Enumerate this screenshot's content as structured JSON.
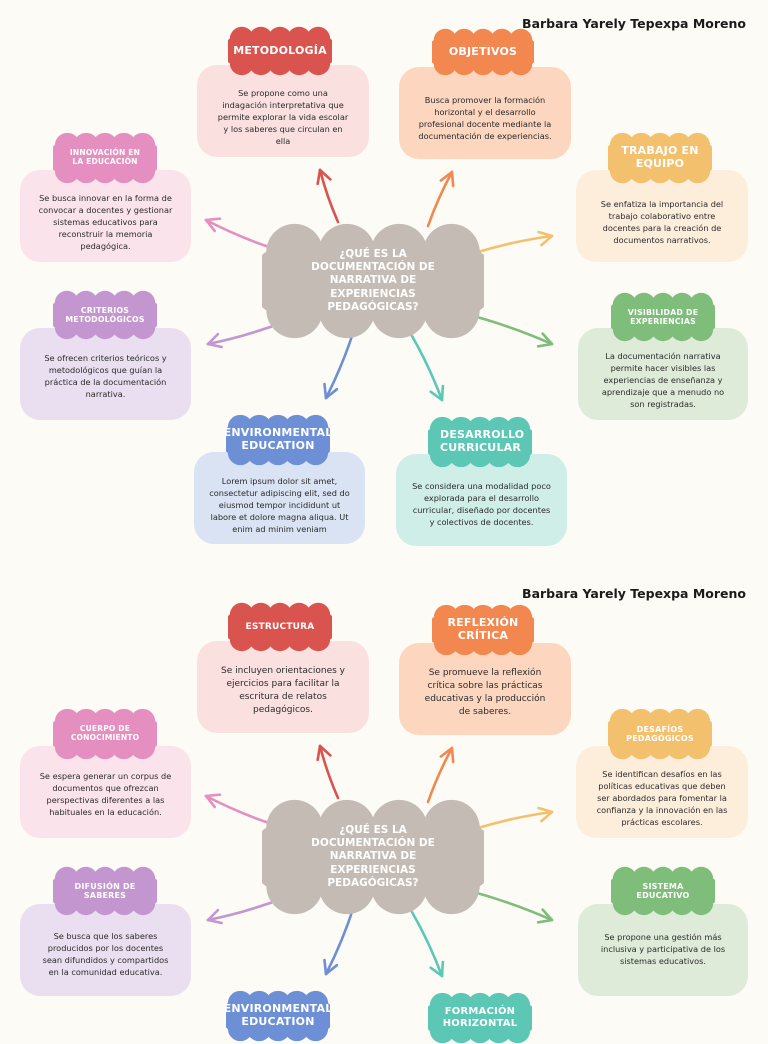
{
  "colors": {
    "red_bg": "#d9534f",
    "red_box": "#fbe0e0",
    "orange_bg": "#f2884f",
    "orange_box": "#fdd6bf",
    "yellow_bg": "#f3c06d",
    "yellow_box": "#fdeedb",
    "pink_bg": "#e58fc0",
    "pink_box": "#fbe3ec",
    "purple_bg": "#c396cf",
    "purple_box": "#eadff0",
    "green_bg": "#7fbd7a",
    "green_box": "#dfebd9",
    "blue_bg": "#6c8fd6",
    "blue_box": "#d9e3f3",
    "teal_bg": "#5cc7b4",
    "teal_box": "#cfeee7",
    "center_bg": "#c3bbb4"
  },
  "map1": {
    "author": "Barbara Yarely Tepexpa Moreno",
    "center": "¿QUÉ ES LA DOCUMENTACIÓN DE NARRATIVA DE EXPERIENCIAS PEDAGÓGICAS?",
    "metodologia": {
      "title": "METODOLOGÍA",
      "text": "Se propone como una indagación interpretativa que permite explorar la vida escolar y los saberes que circulan en ella"
    },
    "objetivos": {
      "title": "OBJETIVOS",
      "text": "Busca promover la formación horizontal y el desarrollo profesional docente mediante la documentación de experiencias."
    },
    "innovacion": {
      "title": "INNOVACIÓN EN LA EDUCACIÓN",
      "text": "Se busca innovar en la forma de convocar a docentes y gestionar sistemas educativos para reconstruir la memoria pedagógica."
    },
    "trabajo": {
      "title": "TRABAJO EN EQUIPO",
      "text": "Se enfatiza la importancia del trabajo colaborativo entre docentes para la creación de documentos narrativos."
    },
    "criterios": {
      "title": "CRITERIOS METODOLÓGICOS",
      "text": "Se ofrecen criterios teóricos y metodológicos que guían la práctica de la documentación narrativa."
    },
    "visibilidad": {
      "title": "VISIBILIDAD DE EXPERIENCIAS",
      "text": "La documentación narrativa permite hacer visibles las experiencias de enseñanza y aprendizaje que a menudo no son registradas."
    },
    "environmental": {
      "title": "ENVIRONMENTAL EDUCATION",
      "text": "Lorem ipsum dolor sit amet, consectetur adipiscing elit, sed do eiusmod tempor incididunt ut labore et dolore magna aliqua. Ut enim ad minim veniam"
    },
    "desarrollo": {
      "title": "DESARROLLO CURRICULAR",
      "text": "Se considera una modalidad poco explorada para el desarrollo curricular, diseñado por docentes y colectivos de docentes."
    }
  },
  "map2": {
    "author": "Barbara Yarely Tepexpa Moreno",
    "center": "¿QUÉ ES LA DOCUMENTACIÓN DE NARRATIVA DE EXPERIENCIAS PEDAGÓGICAS?",
    "estructura": {
      "title": "ESTRUCTURA",
      "text": "Se incluyen orientaciones y ejercicios para facilitar la escritura de relatos pedagógicos."
    },
    "reflexion": {
      "title": "REFLEXIÓN CRÍTICA",
      "text": "Se promueve la reflexión crítica sobre las prácticas educativas y la producción de saberes."
    },
    "cuerpo": {
      "title": "CUERPO DE CONOCIMIENTO",
      "text": "Se espera generar un corpus de documentos que ofrezcan perspectivas diferentes a las habituales en la educación."
    },
    "desafios": {
      "title": "DESAFÍOS PEDAGÓGICOS",
      "text": "Se identifican desafíos en las políticas educativas que deben ser abordados para fomentar la confianza y la innovación en las prácticas escolares."
    },
    "difusion": {
      "title": "DIFUSIÓN DE SABERES",
      "text": "Se busca que los saberes producidos por los docentes sean difundidos y compartidos en la comunidad educativa."
    },
    "sistema": {
      "title": "SISTEMA EDUCATIVO",
      "text": "Se propone una gestión más inclusiva y participativa de los sistemas educativos."
    },
    "environmental": {
      "title": "ENVIRONMENTAL EDUCATION"
    },
    "formacion": {
      "title": "FORMACIÓN HORIZONTAL"
    }
  }
}
